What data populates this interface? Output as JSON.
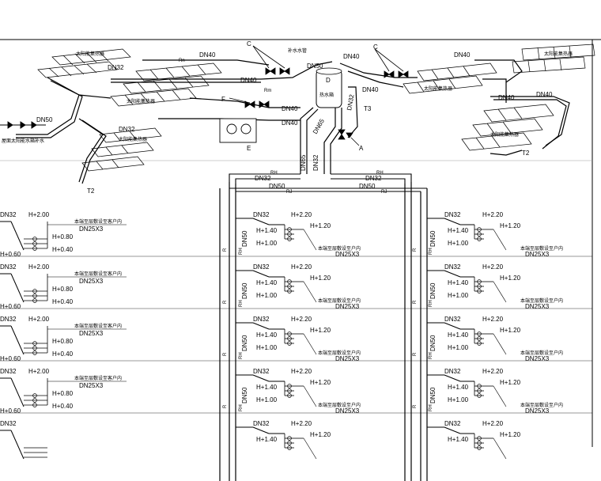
{
  "diagram": {
    "kind": "solar hot water piping system drawing",
    "top_labels": {
      "dn40_a": "DN40",
      "dn40_b": "DN40",
      "dn40_c": "DN40",
      "dn40_d": "DN40",
      "dn40_e": "DN40",
      "dn40_f": "DN40",
      "dn32_a": "DN32",
      "dn32_b": "DN32",
      "dn32_c": "DN32",
      "dn32_d": "DN32",
      "dn50_a": "DN50",
      "dn50_b": "DN50",
      "dn50_c": "DN50",
      "dn50_d": "DN50",
      "dn65": "DN65",
      "valve_c1": "C",
      "valve_c2": "C",
      "valve_f": "F",
      "valve_a": "A",
      "tank_d": "D",
      "pump_e": "E",
      "t2_left": "T2",
      "t2_right": "T2",
      "t3": "T3",
      "rh": "RH",
      "rh2": "RH",
      "rj": "RJ",
      "rj2": "RJ",
      "rn": "Rn",
      "rm": "Rm"
    },
    "tank_label": "热水箱",
    "supply_label": "补水水管",
    "makeup_label": "屋面太阳能水箱补水",
    "collector_label": "太阳能集热器",
    "floor_rows": [
      {
        "left_dn32": "DN32",
        "left_h220": "H+2.00",
        "left_h080": "H+0.80",
        "left_h040": "H+0.40",
        "left_h060": "H+0.60",
        "left_note": "本端至层敷设至客户内",
        "left_dn25": "DN25X3",
        "mid_dn32": "DN32",
        "mid_h220": "H+2.20",
        "mid_h140": "H+1.40",
        "mid_h120": "H+1.20",
        "mid_h100": "H+1.00",
        "mid_note": "本端至层敷设至户内",
        "mid_dn25": "DN25X3",
        "right_dn32": "DN32",
        "right_h220": "H+2.20",
        "right_h140": "H+1.40",
        "right_h120": "H+1.20",
        "right_h100": "H+1.00",
        "right_note": "本端至层敷设至户内",
        "right_dn25": "DN25X3",
        "riser_dn50_l": "DN50",
        "riser_dn50_r": "DN50",
        "riser_r_l": "R",
        "riser_rh_l": "RH",
        "riser_r_r": "R",
        "riser_rh_r": "RH"
      },
      {
        "left_dn32": "DN32",
        "left_h220": "H+2.00",
        "left_h080": "H+0.80",
        "left_h040": "H+0.40",
        "left_h060": "H+0.60",
        "left_note": "本端至层敷设至客户内",
        "left_dn25": "DN25X3",
        "mid_dn32": "DN32",
        "mid_h220": "H+2.20",
        "mid_h140": "H+1.40",
        "mid_h120": "H+1.20",
        "mid_h100": "H+1.00",
        "mid_note": "本端至层敷设至户内",
        "mid_dn25": "DN25X3",
        "right_dn32": "DN32",
        "right_h220": "H+2.20",
        "right_h140": "H+1.40",
        "right_h120": "H+1.20",
        "right_h100": "H+1.00",
        "right_note": "本端至层敷设至户内",
        "right_dn25": "DN25X3",
        "riser_dn50_l": "DN50",
        "riser_dn50_r": "DN50",
        "riser_r_l": "R",
        "riser_rh_l": "RH",
        "riser_r_r": "R",
        "riser_rh_r": "RH"
      },
      {
        "left_dn32": "DN32",
        "left_h220": "H+2.00",
        "left_h080": "H+0.80",
        "left_h040": "H+0.40",
        "left_h060": "H+0.60",
        "left_note": "本端至层敷设至客户内",
        "left_dn25": "DN25X3",
        "mid_dn32": "DN32",
        "mid_h220": "H+2.20",
        "mid_h140": "H+1.40",
        "mid_h120": "H+1.20",
        "mid_h100": "H+1.00",
        "mid_note": "本端至层敷设至户内",
        "mid_dn25": "DN25X3",
        "right_dn32": "DN32",
        "right_h220": "H+2.20",
        "right_h140": "H+1.40",
        "right_h120": "H+1.20",
        "right_h100": "H+1.00",
        "right_note": "本端至层敷设至户内",
        "right_dn25": "DN25X3",
        "riser_dn50_l": "DN50",
        "riser_dn50_r": "DN50",
        "riser_r_l": "R",
        "riser_rh_l": "RH",
        "riser_r_r": "R",
        "riser_rh_r": "RH"
      },
      {
        "left_dn32": "DN32",
        "left_h220": "H+2.00",
        "left_h080": "H+0.80",
        "left_h040": "H+0.40",
        "left_h060": "H+0.60",
        "left_note": "本端至层敷设至客户内",
        "left_dn25": "DN25X3",
        "mid_dn32": "DN32",
        "mid_h220": "H+2.20",
        "mid_h140": "H+1.40",
        "mid_h120": "H+1.20",
        "mid_h100": "H+1.00",
        "mid_note": "本端至层敷设至户内",
        "mid_dn25": "DN25X3",
        "right_dn32": "DN32",
        "right_h220": "H+2.20",
        "right_h140": "H+1.40",
        "right_h120": "H+1.20",
        "right_h100": "H+1.00",
        "right_note": "本端至层敷设至户内",
        "right_dn25": "DN25X3",
        "riser_dn50_l": "DN50",
        "riser_dn50_r": "DN50",
        "riser_r_l": "R",
        "riser_rh_l": "RH",
        "riser_r_r": "R",
        "riser_rh_r": "RH"
      },
      {
        "left_dn32": "DN32",
        "left_h220": "",
        "left_h080": "",
        "left_h040": "",
        "left_h060": "",
        "left_note": "",
        "left_dn25": "",
        "mid_dn32": "DN32",
        "mid_h220": "H+2.20",
        "mid_h140": "H+1.40",
        "mid_h120": "H+1.20",
        "mid_h100": "",
        "mid_note": "",
        "mid_dn25": "",
        "right_dn32": "DN32",
        "right_h220": "H+2.20",
        "right_h140": "H+1.40",
        "right_h120": "H+1.20",
        "right_h100": "",
        "right_note": "",
        "right_dn25": "",
        "riser_dn50_l": "",
        "riser_dn50_r": "",
        "riser_r_l": "",
        "riser_rh_l": "",
        "riser_r_r": "",
        "riser_rh_r": ""
      }
    ]
  }
}
